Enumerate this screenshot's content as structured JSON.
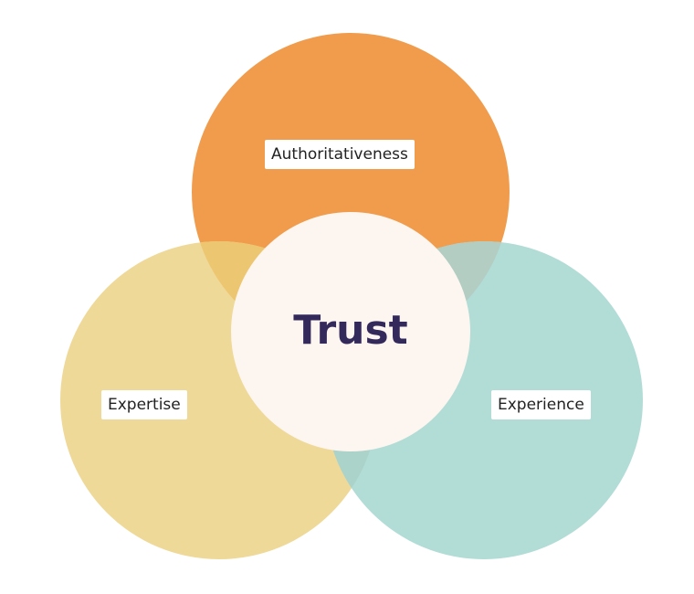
{
  "diagram": {
    "center": "Trust",
    "circles": [
      {
        "label": "Authoritativeness",
        "color": "#F09C4C"
      },
      {
        "label": "Expertise",
        "color": "#EFD998"
      },
      {
        "label": "Experience",
        "color": "#B2DCD6"
      }
    ],
    "center_color": "#FDF6F0",
    "text_color": "#33295A",
    "overlap_colors": {
      "auth_expertise": "#EDC671",
      "auth_experience": "#B3CDC2",
      "expertise_experience": "#ABD3C9"
    }
  }
}
